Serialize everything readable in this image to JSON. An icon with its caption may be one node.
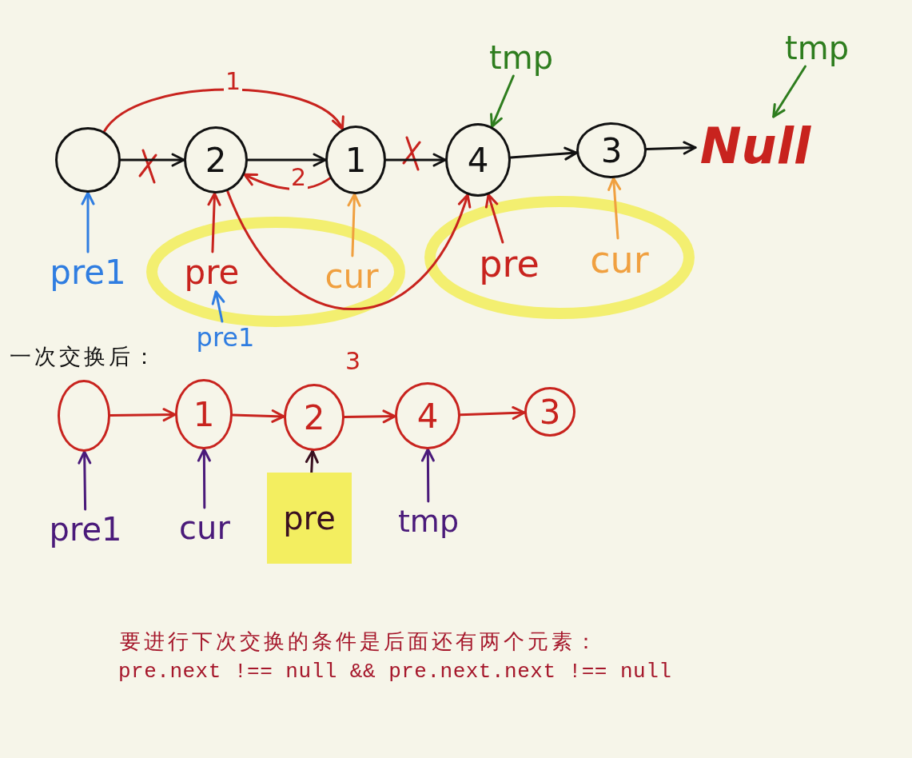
{
  "diagram": {
    "nodes": [
      {
        "text": [],
        "shape": "circle"
      },
      {
        "text": [
          "2"
        ]
      },
      {
        "text": [
          "1"
        ]
      },
      {
        "text": [
          "4"
        ]
      },
      {
        "text": [
          "3"
        ]
      },
      {
        "text": [
          "Null"
        ]
      },
      {
        "text": [
          "tmp"
        ]
      },
      {
        "text": [
          "tmp"
        ]
      },
      {
        "text": [
          "pre1"
        ]
      },
      {
        "text": [
          "pre"
        ]
      },
      {
        "text": [
          "pre1"
        ]
      },
      {
        "text": [
          "cur"
        ]
      },
      {
        "text": [
          "pre"
        ]
      },
      {
        "text": [
          "cur"
        ]
      },
      {
        "text": [],
        "shape": "circle"
      },
      {
        "text": [
          "1"
        ]
      },
      {
        "text": [
          "2"
        ]
      },
      {
        "text": [
          "4"
        ]
      },
      {
        "text": [
          "3"
        ]
      },
      {
        "text": [
          "pre1"
        ]
      },
      {
        "text": [
          "cur"
        ]
      },
      {
        "text": [
          "pre"
        ]
      },
      {
        "text": [
          "tmp"
        ]
      }
    ],
    "edges": [
      {
        "from": 0,
        "to": 1,
        "arrow": "to",
        "color": "#111111"
      },
      {
        "from": 1,
        "to": 2,
        "arrow": "to",
        "color": "#111111"
      },
      {
        "from": 2,
        "to": 3,
        "arrow": "to",
        "color": "#111111"
      },
      {
        "from": 3,
        "to": 4,
        "arrow": "to",
        "color": "#111111"
      },
      {
        "from": 4,
        "to": 5,
        "arrow": "to",
        "color": "#111111"
      },
      {
        "from": 0,
        "to": 2,
        "arrow": "to",
        "label": "1",
        "color": "#c8231e"
      },
      {
        "from": 2,
        "to": 1,
        "arrow": "to",
        "label": "2",
        "color": "#c8231e"
      },
      {
        "from": 1,
        "to": 3,
        "arrow": "to",
        "label": "3",
        "color": "#c8231e"
      },
      {
        "from": 6,
        "to": 3,
        "arrow": "to",
        "color": "#2e7d1e"
      },
      {
        "from": 7,
        "to": 5,
        "arrow": "to",
        "color": "#2e7d1e"
      },
      {
        "from": 8,
        "to": 0,
        "arrow": "to",
        "color": "#2f7de1"
      },
      {
        "from": 9,
        "to": 1,
        "arrow": "to",
        "color": "#c8231e"
      },
      {
        "from": 10,
        "to": 9,
        "arrow": "to",
        "color": "#2f7de1"
      },
      {
        "from": 11,
        "to": 2,
        "arrow": "to",
        "color": "#f0a040"
      },
      {
        "from": 12,
        "to": 3,
        "arrow": "to",
        "color": "#c8231e"
      },
      {
        "from": 13,
        "to": 4,
        "arrow": "to",
        "color": "#f0a040"
      },
      {
        "from": 14,
        "to": 15,
        "arrow": "to",
        "color": "#c8231e"
      },
      {
        "from": 15,
        "to": 16,
        "arrow": "to",
        "color": "#c8231e"
      },
      {
        "from": 16,
        "to": 17,
        "arrow": "to",
        "color": "#c8231e"
      },
      {
        "from": 17,
        "to": 18,
        "arrow": "to",
        "color": "#c8231e"
      },
      {
        "from": 19,
        "to": 14,
        "arrow": "to",
        "color": "#4a1a7a"
      },
      {
        "from": 20,
        "to": 15,
        "arrow": "to",
        "color": "#4a1a7a"
      },
      {
        "from": 21,
        "to": 16,
        "arrow": "to",
        "color": "#3a1020"
      },
      {
        "from": 22,
        "to": 17,
        "arrow": "to",
        "color": "#4a1a7a"
      }
    ],
    "labels": [
      "一次交换后：",
      "要进行下次交换的条件是后面还有两个元素：",
      "pre.next !== null && pre.next.next !== null"
    ]
  }
}
